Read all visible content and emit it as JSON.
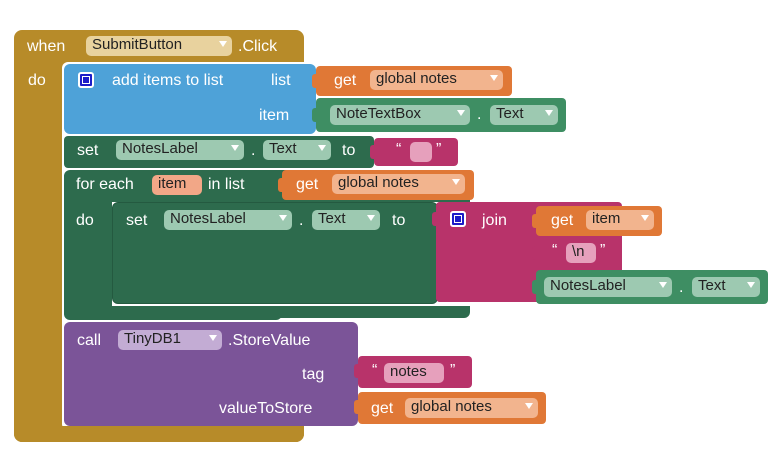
{
  "colors": {
    "event": "#b78b29",
    "lists": "#4ea2d8",
    "variables": "#e07836",
    "components": "#3e8e63",
    "setters": "#2d6b4d",
    "text": "#b8336a",
    "procedures": "#7b5498"
  },
  "when_block": {
    "when_label": "when",
    "component": "SubmitButton",
    "event": ".Click",
    "do_label": "do"
  },
  "add_items": {
    "icon": "mutator-gear-icon",
    "label": "add items to list",
    "list_label": "list",
    "item_label": "item",
    "get_label": "get",
    "get_var": "global notes",
    "component": "NoteTextBox",
    "dot": ".",
    "property": "Text"
  },
  "set_notes": {
    "set_label": "set",
    "component": "NotesLabel",
    "dot": ".",
    "property": "Text",
    "to_label": "to",
    "quote_open": "“",
    "quote_close": "”"
  },
  "for_each": {
    "label": "for each",
    "var": "item",
    "in_list_label": "in list",
    "get_label": "get",
    "get_var": "global notes",
    "do_label": "do"
  },
  "inner_set": {
    "set_label": "set",
    "component": "NotesLabel",
    "dot": ".",
    "property": "Text",
    "to_label": "to",
    "join_icon": "mutator-gear-icon",
    "join_label": "join",
    "get_label": "get",
    "get_var": "item",
    "newline": "\\n",
    "quote_open": "“",
    "quote_close": "”",
    "label_component": "NotesLabel",
    "label_dot": ".",
    "label_property": "Text"
  },
  "call_block": {
    "call_label": "call",
    "component": "TinyDB1",
    "method": ".StoreValue",
    "tag_label": "tag",
    "tag_value": "notes",
    "quote_open": "“",
    "quote_close": "”",
    "value_label": "valueToStore",
    "get_label": "get",
    "get_var": "global notes"
  }
}
